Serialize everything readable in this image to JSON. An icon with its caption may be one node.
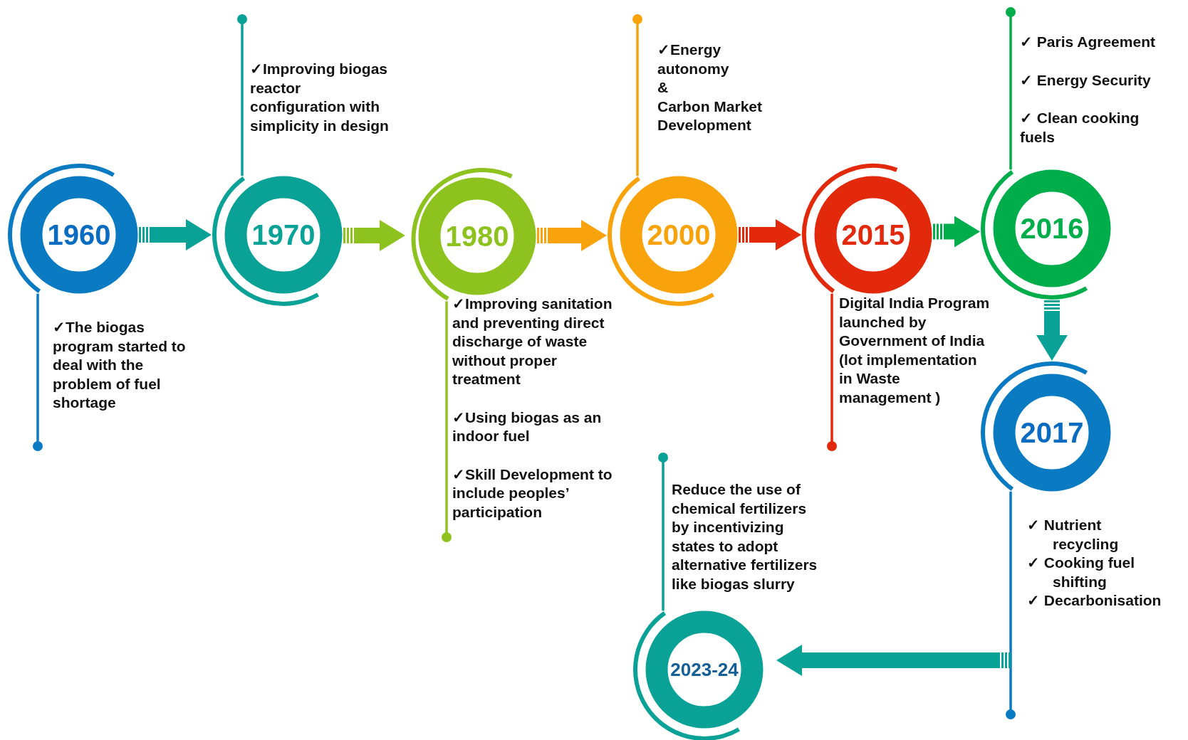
{
  "diagram": {
    "nodes": [
      {
        "text": [
          "1960"
        ],
        "beside": [
          "✓The biogas program  started to deal with the problem of fuel shortage"
        ]
      },
      {
        "text": [
          "1970"
        ],
        "beside": [
          "✓Improving biogas reactor configuration with simplicity in design"
        ]
      },
      {
        "text": [
          "1980"
        ],
        "beside": [
          "✓Improving sanitation and preventing direct discharge of waste without proper treatment",
          "✓Using biogas as an indoor fuel",
          "✓Skill Development to include peoples’ participation"
        ]
      },
      {
        "text": [
          "2000"
        ],
        "beside": [
          "✓Energy autonomy",
          "&",
          "Carbon Market Development"
        ]
      },
      {
        "text": [
          "2015"
        ],
        "beside": [
          "Digital India Program launched by Government of India (lot implementation in Waste management )"
        ]
      },
      {
        "text": [
          "2016"
        ],
        "beside": [
          "✓ Paris Agreement",
          "✓ Energy Security",
          "✓ Clean cooking fuels"
        ]
      },
      {
        "text": [
          "2017"
        ],
        "beside": [
          "✓ Nutrient recycling",
          "✓ Cooking fuel shifting",
          "✓ Decarbonisation"
        ]
      },
      {
        "text": [
          "2023-24"
        ],
        "beside": [
          "Reduce the use of chemical fertilizers by incentivizing states to adopt alternative fertilizers like biogas slurry"
        ]
      }
    ],
    "edges": [
      {
        "from": 0,
        "to": 1,
        "arrow": "to"
      },
      {
        "from": 1,
        "to": 2,
        "arrow": "to",
        "color": "#8dc21f"
      },
      {
        "from": 2,
        "to": 3,
        "arrow": "to",
        "color": "#f9a30c"
      },
      {
        "from": 3,
        "to": 4,
        "arrow": "to",
        "color": "#e3290b"
      },
      {
        "from": 4,
        "to": 5,
        "arrow": "to",
        "color": "#00ad4b"
      },
      {
        "from": 5,
        "to": 6,
        "arrow": "to"
      },
      {
        "from": 6,
        "to": 7,
        "arrow": "to"
      }
    ]
  }
}
